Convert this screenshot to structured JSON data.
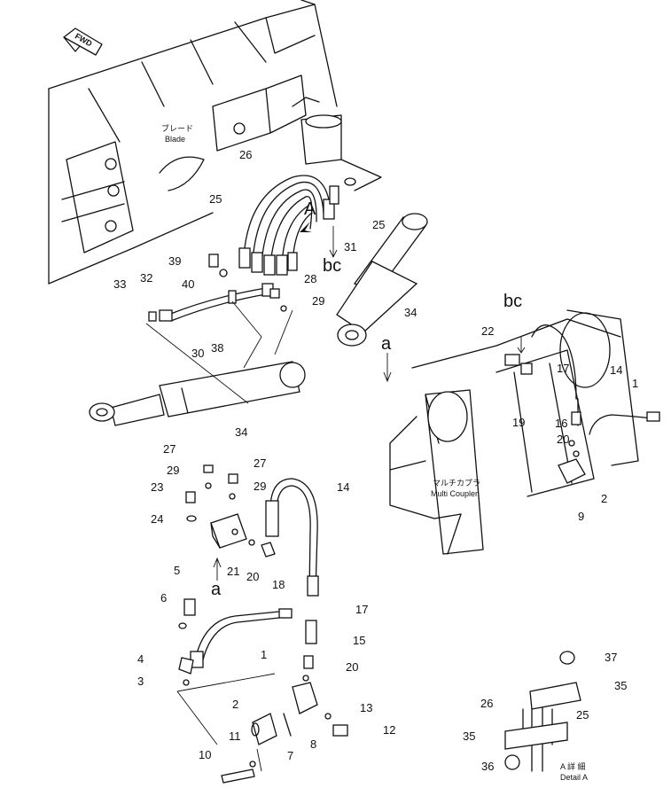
{
  "callouts": [
    {
      "id": "c25a",
      "text": "25"
    },
    {
      "id": "c25b",
      "text": "25"
    },
    {
      "id": "c26",
      "text": "26"
    },
    {
      "id": "c31",
      "text": "31"
    },
    {
      "id": "c28",
      "text": "28"
    },
    {
      "id": "c29a",
      "text": "29"
    },
    {
      "id": "c34a",
      "text": "34"
    },
    {
      "id": "c34b",
      "text": "34"
    },
    {
      "id": "c39",
      "text": "39"
    },
    {
      "id": "c40",
      "text": "40"
    },
    {
      "id": "c33",
      "text": "33"
    },
    {
      "id": "c32",
      "text": "32"
    },
    {
      "id": "c30",
      "text": "30"
    },
    {
      "id": "c38",
      "text": "38"
    },
    {
      "id": "c22",
      "text": "22"
    },
    {
      "id": "c17a",
      "text": "17"
    },
    {
      "id": "c14a",
      "text": "14"
    },
    {
      "id": "c1a",
      "text": "1"
    },
    {
      "id": "c19",
      "text": "19"
    },
    {
      "id": "c16",
      "text": "16"
    },
    {
      "id": "c20a",
      "text": "20"
    },
    {
      "id": "c2a",
      "text": "2"
    },
    {
      "id": "c9",
      "text": "9"
    },
    {
      "id": "c27a",
      "text": "27"
    },
    {
      "id": "c27b",
      "text": "27"
    },
    {
      "id": "c29b",
      "text": "29"
    },
    {
      "id": "c29c",
      "text": "29"
    },
    {
      "id": "c23",
      "text": "23"
    },
    {
      "id": "c24",
      "text": "24"
    },
    {
      "id": "c21",
      "text": "21"
    },
    {
      "id": "c20b",
      "text": "20"
    },
    {
      "id": "c18",
      "text": "18"
    },
    {
      "id": "c14b",
      "text": "14"
    },
    {
      "id": "c5",
      "text": "5"
    },
    {
      "id": "c6",
      "text": "6"
    },
    {
      "id": "c1b",
      "text": "1"
    },
    {
      "id": "c4",
      "text": "4"
    },
    {
      "id": "c3",
      "text": "3"
    },
    {
      "id": "c17b",
      "text": "17"
    },
    {
      "id": "c15",
      "text": "15"
    },
    {
      "id": "c20c",
      "text": "20"
    },
    {
      "id": "c2b",
      "text": "2"
    },
    {
      "id": "c13",
      "text": "13"
    },
    {
      "id": "c12",
      "text": "12"
    },
    {
      "id": "c11",
      "text": "11"
    },
    {
      "id": "c10",
      "text": "10"
    },
    {
      "id": "c7",
      "text": "7"
    },
    {
      "id": "c8",
      "text": "8"
    },
    {
      "id": "c37",
      "text": "37"
    },
    {
      "id": "c35a",
      "text": "35"
    },
    {
      "id": "c26b",
      "text": "26"
    },
    {
      "id": "c25c",
      "text": "25"
    },
    {
      "id": "c35b",
      "text": "35"
    },
    {
      "id": "c36",
      "text": "36"
    }
  ],
  "markers": {
    "view_a": "A",
    "bc_top": "bc",
    "bc_right": "bc",
    "a_right": "a",
    "a_bottom": "a"
  },
  "labels": {
    "fwd": "FWD",
    "blade_jp": "ブレード",
    "blade_en": "Blade",
    "coupler_jp": "マルチカプラ",
    "coupler_en": "Multi Coupler",
    "detail_jp": "A 詳 細",
    "detail_en": "Detail A"
  }
}
